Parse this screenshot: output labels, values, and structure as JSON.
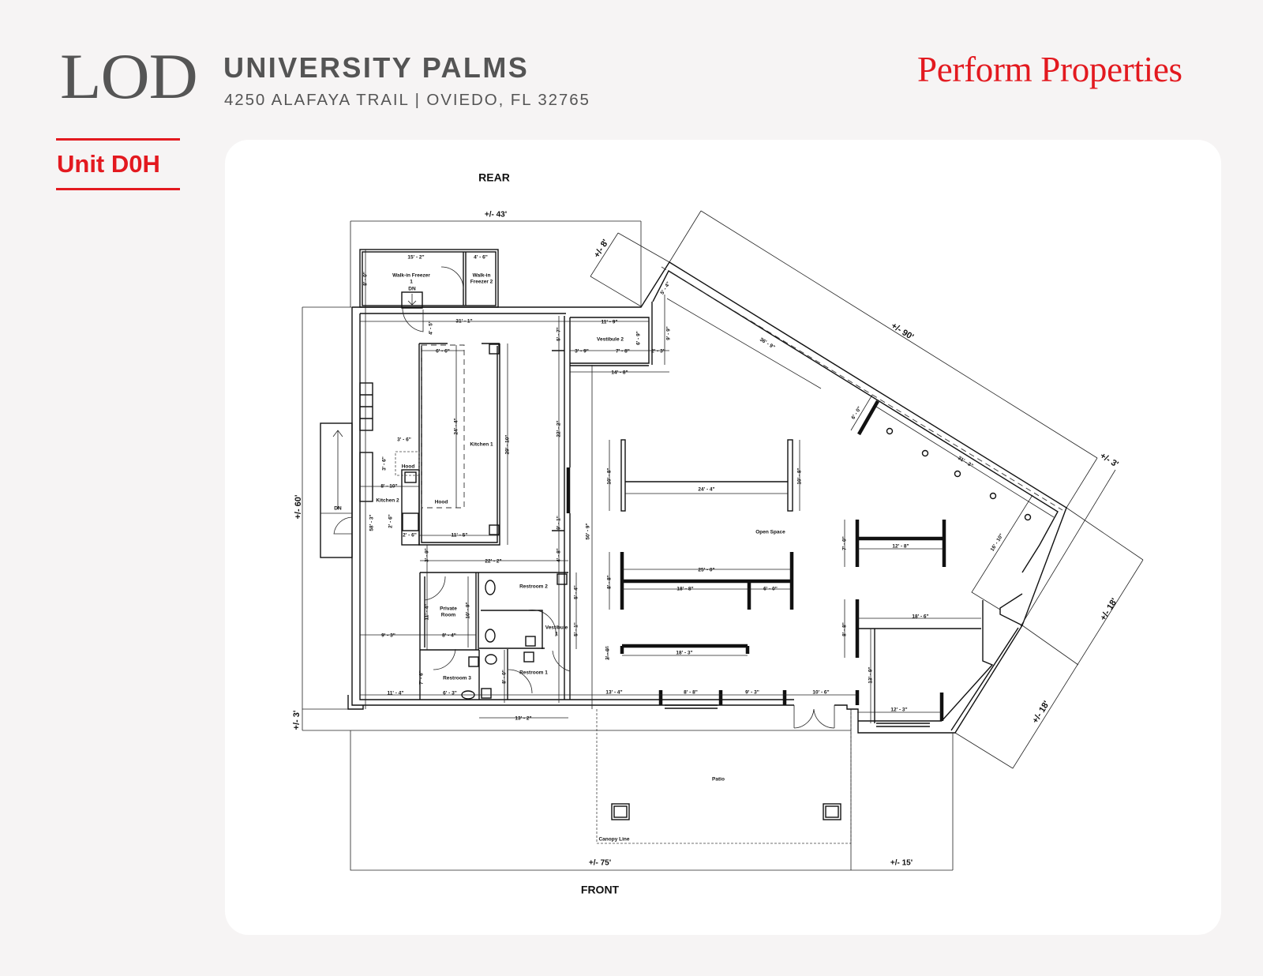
{
  "header": {
    "logo_left": "LOD",
    "property_name": "UNIVERSITY PALMS",
    "address": "4250 ALAFAYA TRAIL | OVIEDO, FL 32765",
    "brand": "Perform Properties",
    "unit": "Unit D0H"
  },
  "colors": {
    "accent": "#e3191f",
    "page_bg": "#f6f4f4",
    "card_bg": "#ffffff",
    "heading": "#545454"
  },
  "plan": {
    "orientation": {
      "rear": "REAR",
      "front": "FRONT"
    },
    "rooms": [
      "Walk-in Freezer",
      "1",
      "Walk-in",
      "Freezer 2",
      "DN",
      "DN",
      "Vestibule 2",
      "Kitchen 1",
      "Hood",
      "Hood",
      "Kitchen 2",
      "Private",
      "Room",
      "Restroom 2",
      "Vestibule",
      "1",
      "Restroom 3",
      "Restroom 1",
      "Open Space",
      "Patio",
      "Canopy Line"
    ],
    "dims": [
      "+/- 43'",
      "15' - 2\"",
      "4' - 6\"",
      "8' - 0\"",
      "31' - 1\"",
      "4' - 5\"",
      "6' - 6\"",
      "11' - 9\"",
      "5' - 7\"",
      "6' - 9\"",
      "3' - 9\"",
      "7' - 8\"",
      "2' - 3\"",
      "14' - 8\"",
      "9' - 9\"",
      "5' - 4\"",
      "24' - 4\"",
      "29' - 10\"",
      "22' - 2\"",
      "3' - 6\"",
      "3' - 6\"",
      "8' - 10\"",
      "2' - 6\"",
      "2' - 6\"",
      "11' - 5\"",
      "9' - 1\"",
      "58' - 3\"",
      "3' - 9\"",
      "22' - 2\"",
      "4' - 8\"",
      "50' - 9\"",
      "11' - 4\"",
      "10' - 9\"",
      "8' - 4\"",
      "9' - 3\"",
      "5' - 4\"",
      "5' - 1\"",
      "7' - 6\"",
      "6' - 3\"",
      "8' - 0\"",
      "11' - 4\"",
      "13' - 4\"",
      "13' - 2\"",
      "10' - 8\"",
      "10' - 8\"",
      "24' - 4\"",
      "25' - 0\"",
      "18' - 8\"",
      "6' - 0\"",
      "8' - 8\"",
      "18' - 3\"",
      "2' - 0\"",
      "12' - 8\"",
      "7' - 0\"",
      "18' - 6\"",
      "8' - 8\"",
      "13' - 9\"",
      "12' - 3\"",
      "8' - 8\"",
      "9' - 3\"",
      "10' - 6\"",
      "36' - 9\"",
      "31' - 3\"",
      "6' - 0\"",
      "16' - 10\"",
      "+/- 8'",
      "+/- 90'",
      "+/- 3'",
      "+/- 18'",
      "+/- 18'",
      "+/- 60'",
      "+/- 3'",
      "+/- 75'",
      "+/- 15'"
    ]
  }
}
